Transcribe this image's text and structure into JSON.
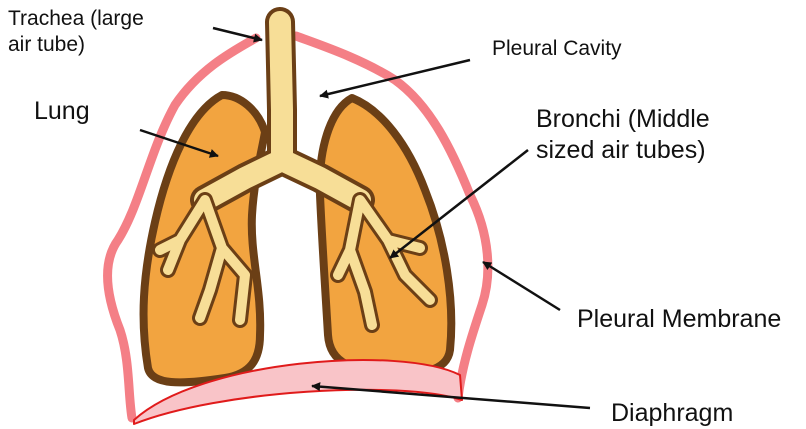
{
  "labels": {
    "trachea": {
      "line1": "Trachea (large",
      "line2": "air tube)"
    },
    "lung": "Lung",
    "pleural_cavity": "Pleural Cavity",
    "bronchi": {
      "line1": "Bronchi (Middle",
      "line2": "sized air tubes)"
    },
    "pleural_membrane": "Pleural Membrane",
    "diaphragm": "Diaphragm"
  },
  "colors": {
    "pleural_membrane": "#f47f86",
    "lung_fill": "#f2a440",
    "lung_edge": "#6b3f16",
    "airway": "#f7de97",
    "diaphragm_fill": "#f9c4c8",
    "diaphragm_edge": "#e01b1b",
    "arrow": "#111111"
  }
}
